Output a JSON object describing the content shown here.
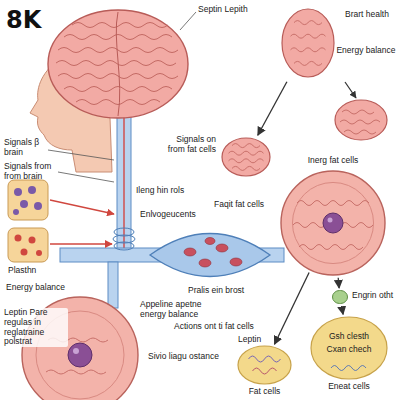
{
  "diagram": {
    "title": "8K",
    "nodes": [
      {
        "text": [
          "Brart health",
          "Energy balance"
        ]
      },
      {
        "text": [
          "Signals on from fat cells"
        ]
      },
      {
        "text": [
          "Inerg fat cells"
        ]
      },
      {
        "text": [
          "Engrin otht"
        ]
      },
      {
        "text": [
          "Fat cells"
        ]
      },
      {
        "text": [
          "Gsh clesth",
          "Cxan chech",
          "Eneat cells"
        ]
      }
    ],
    "edges": [
      {
        "from": 0,
        "to": 1,
        "arrow": "to"
      },
      {
        "from": 2,
        "to": 3,
        "arrow": "to"
      },
      {
        "from": 3,
        "to": 5,
        "arrow": "to"
      },
      {
        "from": 2,
        "to": 4,
        "arrow": "to"
      }
    ],
    "labels": [
      "Septin Lepith",
      "Signals β brain",
      "Signals from from brain",
      "Ileng hin rols",
      "Plasthn",
      "Enlvogeucents",
      "Faqit fat cells",
      "Energy balance",
      "Leptin Pare regulas in reglatraine polstrat",
      "Pralis ein brost",
      "Appeline apetne energy balance",
      "Actions ont ti fat cells",
      "Leptin",
      "Sivio liagu ostance"
    ]
  }
}
